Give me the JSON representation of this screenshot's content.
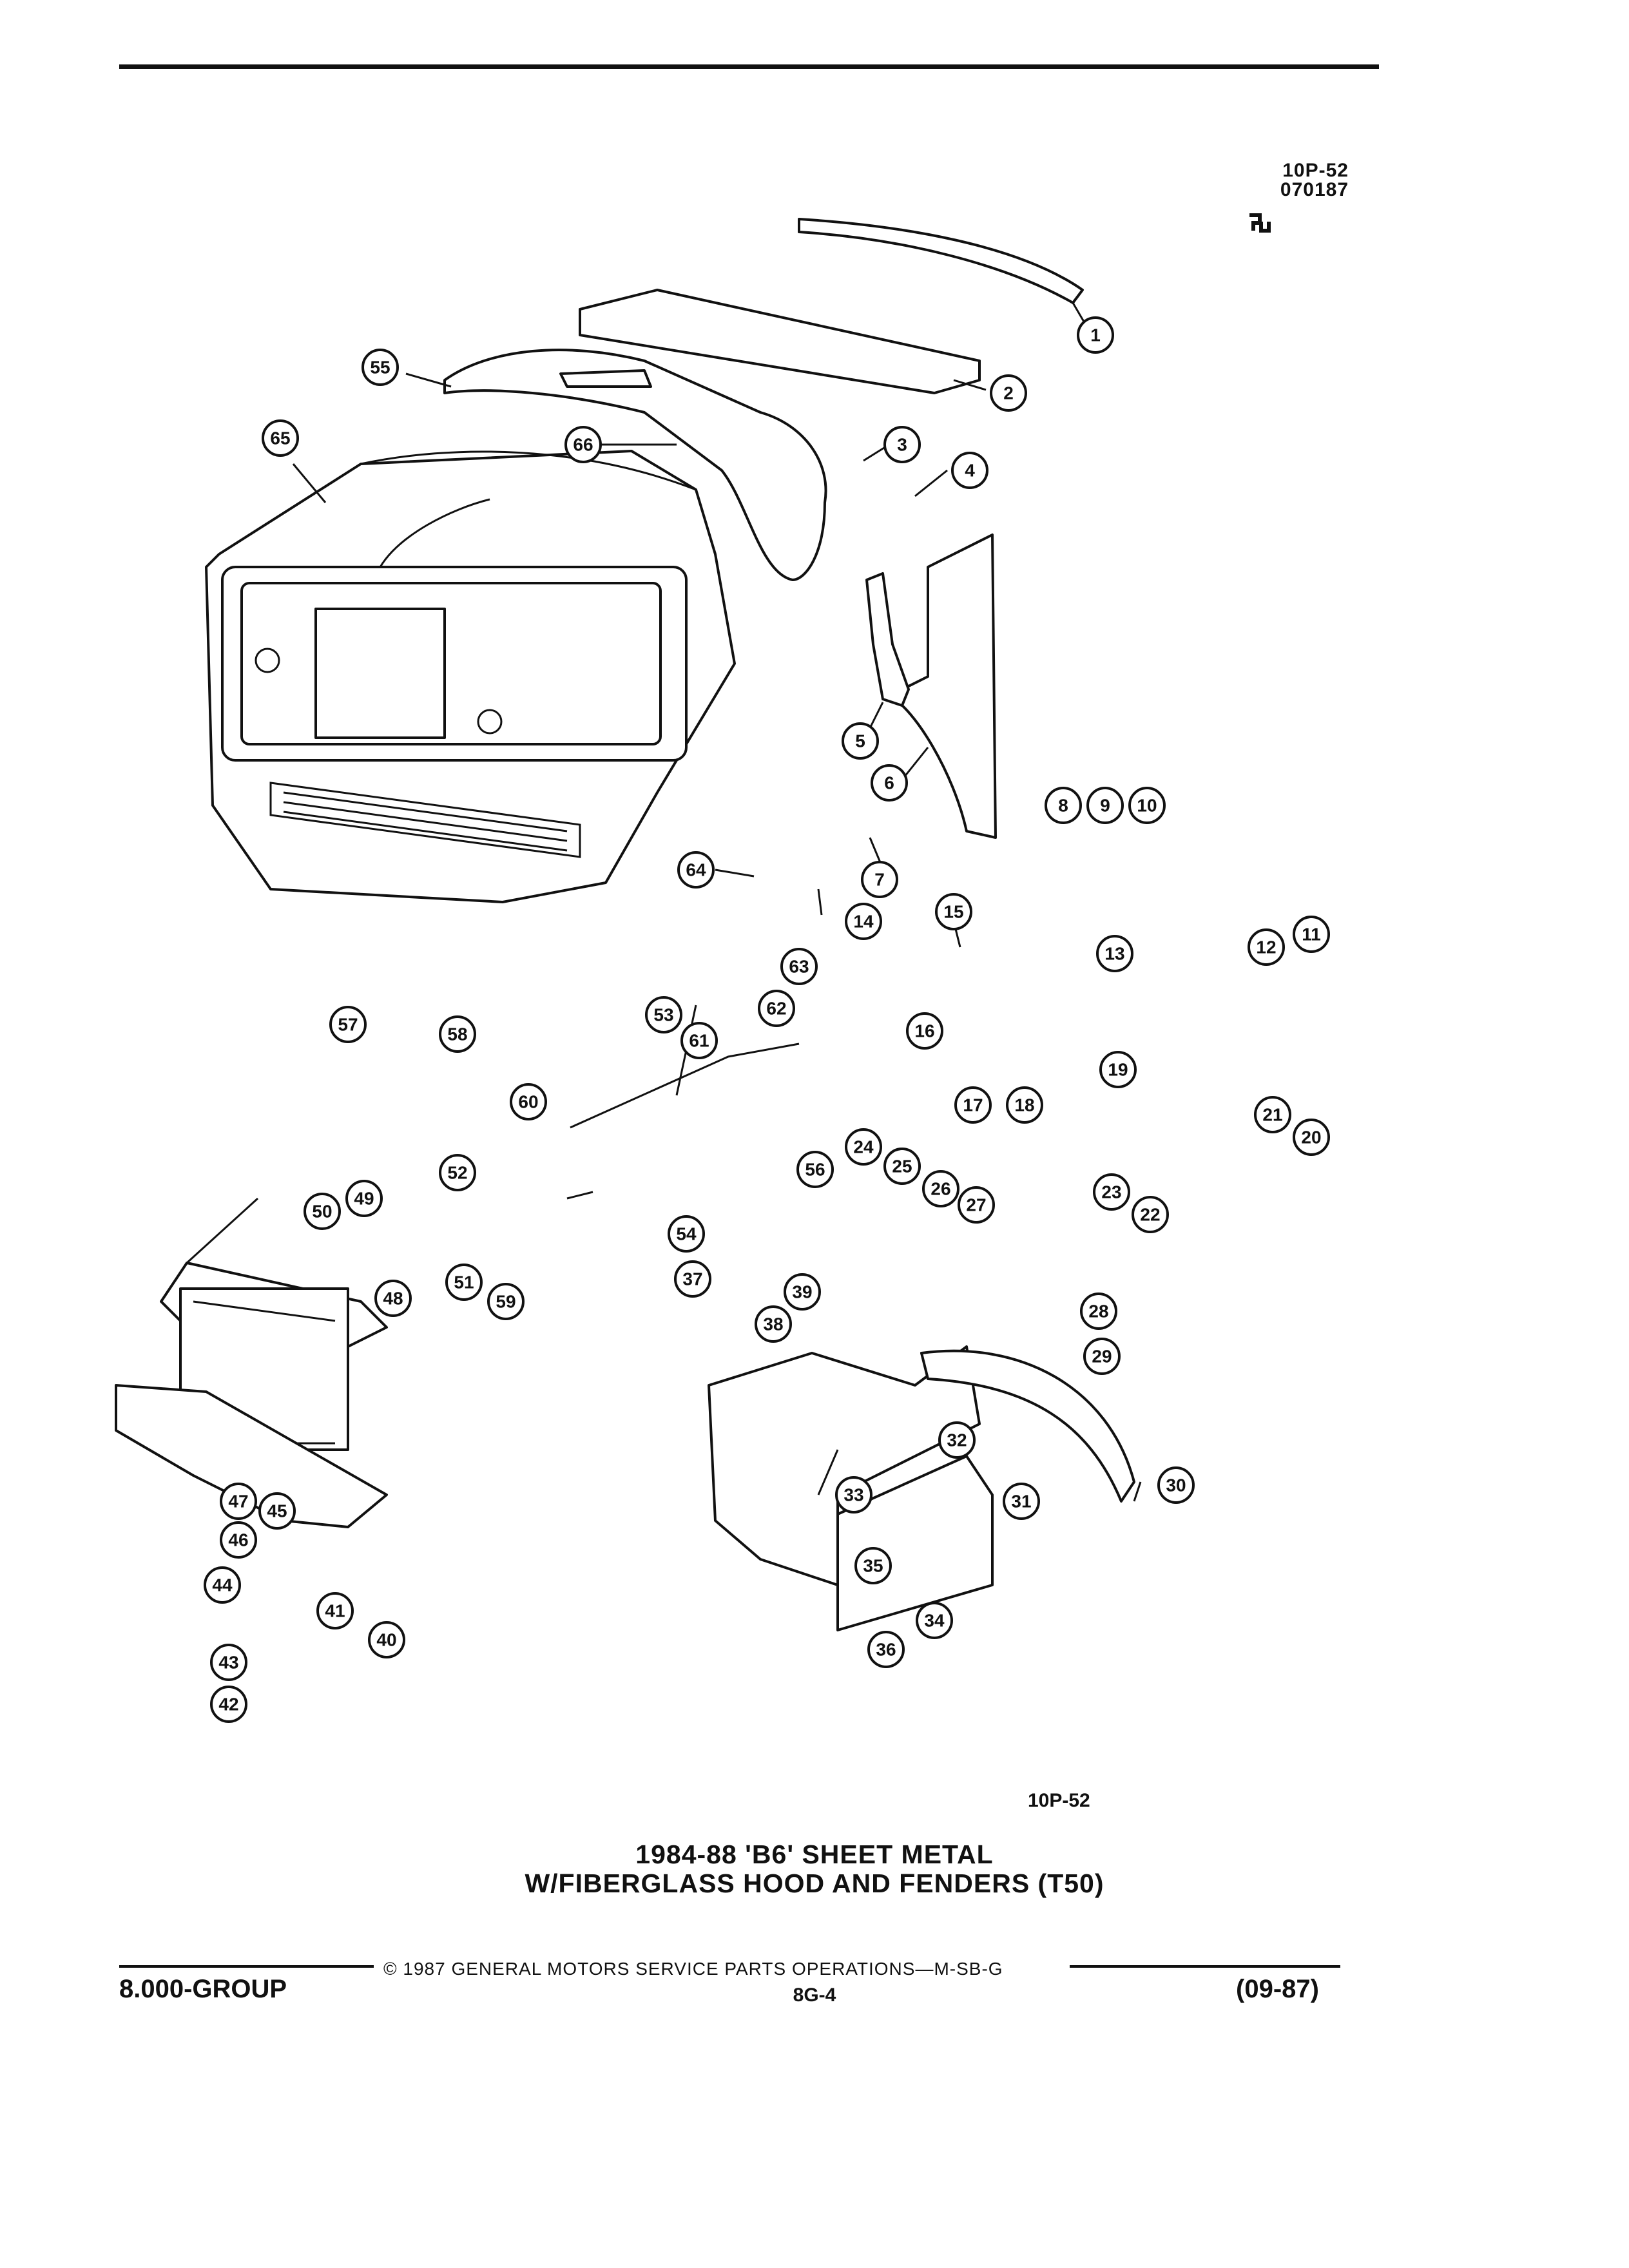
{
  "header": {
    "ref_code": "10P-52",
    "ref_date": "070187"
  },
  "diagram": {
    "figure_label": "10P-52",
    "title_line1": "1984-88 'B6' SHEET METAL",
    "title_line2": "W/FIBERGLASS HOOD AND FENDERS (T50)",
    "callouts": [
      "1",
      "2",
      "3",
      "4",
      "5",
      "6",
      "7",
      "8",
      "9",
      "10",
      "11",
      "12",
      "13",
      "14",
      "15",
      "16",
      "17",
      "18",
      "19",
      "20",
      "21",
      "22",
      "23",
      "24",
      "25",
      "26",
      "27",
      "28",
      "29",
      "30",
      "31",
      "32",
      "33",
      "34",
      "35",
      "36",
      "37",
      "38",
      "39",
      "40",
      "41",
      "42",
      "43",
      "44",
      "45",
      "46",
      "47",
      "48",
      "49",
      "50",
      "51",
      "52",
      "53",
      "54",
      "55",
      "56",
      "57",
      "58",
      "59",
      "60",
      "61",
      "62",
      "63",
      "64",
      "65",
      "66"
    ]
  },
  "footer": {
    "copyright": "© 1987 GENERAL MOTORS SERVICE PARTS OPERATIONS—M-SB-G",
    "group": "8.000-GROUP",
    "page": "8G-4",
    "date": "(09-87)"
  }
}
